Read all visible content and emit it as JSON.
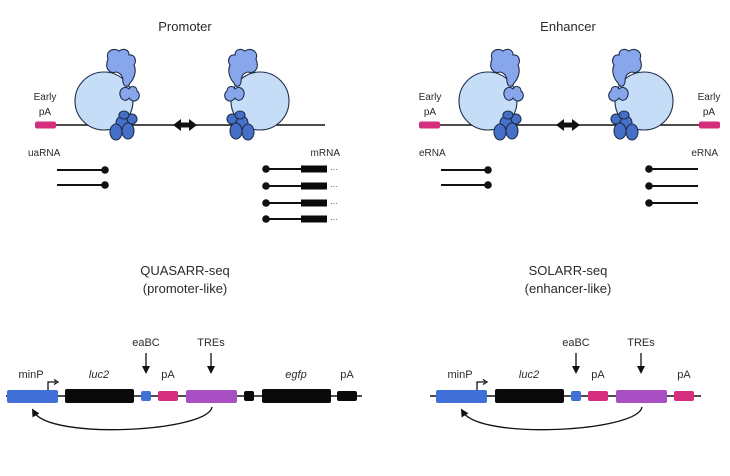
{
  "colors": {
    "promoter_blue": "#4170d8",
    "polya_magenta": "#d62e7d",
    "tre_purple": "#a94fc4",
    "gene_black": "#0a0a0a",
    "pol_body": "#c6ddf7",
    "pol_mid": "#87a6ec",
    "pol_dark": "#4670c7"
  },
  "panels": {
    "promoter": {
      "title": "Promoter",
      "early_pa_label_line1": "Early",
      "early_pa_label_line2": "pA",
      "left_rna_label": "uaRNA",
      "right_rna_label": "mRNA",
      "left_transcript_count": 2,
      "right_transcript_count": 4,
      "right_transcript_suffix": "···"
    },
    "enhancer": {
      "title": "Enhancer",
      "early_pa_left_line1": "Early",
      "early_pa_left_line2": "pA",
      "early_pa_right_line1": "Early",
      "early_pa_right_line2": "pA",
      "left_rna_label": "eRNA",
      "right_rna_label": "eRNA",
      "left_transcript_count": 2,
      "right_transcript_count": 3
    },
    "quasarr": {
      "title_line1": "QUASARR-seq",
      "title_line2": "(promoter-like)",
      "labels": {
        "minp": "minP",
        "luc2": "luc2",
        "eabc": "eaBC",
        "pa1": "pA",
        "tres": "TREs",
        "egfp": "egfp",
        "pa2": "pA"
      }
    },
    "solarr": {
      "title_line1": "SOLARR-seq",
      "title_line2": "(enhancer-like)",
      "labels": {
        "minp": "minP",
        "luc2": "luc2",
        "eabc": "eaBC",
        "pa1": "pA",
        "tres": "TREs",
        "pa2": "pA"
      }
    }
  }
}
